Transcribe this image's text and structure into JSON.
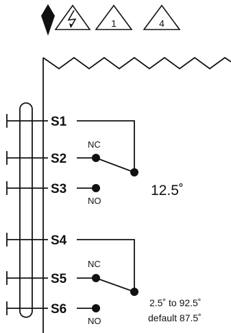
{
  "header": {
    "symbols": [
      {
        "icon": "flash-triangle-icon",
        "label": ""
      },
      {
        "icon": "number-triangle-icon",
        "label": "1"
      },
      {
        "icon": "number-triangle-icon",
        "label": "4"
      }
    ]
  },
  "terminals": [
    "S1",
    "S2",
    "S3",
    "S4",
    "S5",
    "S6"
  ],
  "groups": [
    {
      "nc": "NC",
      "no": "NO",
      "setting": "12.5˚"
    },
    {
      "nc": "NC",
      "no": "NO",
      "setting_line1": "2.5˚ to 92.5˚",
      "setting_line2": "default 87.5˚"
    }
  ]
}
